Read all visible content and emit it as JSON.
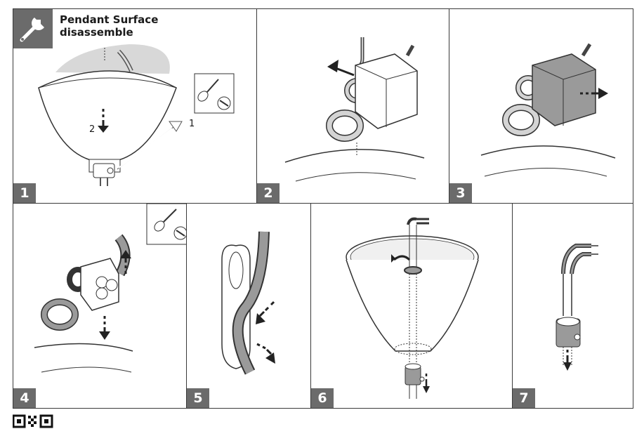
{
  "panel1": {
    "step_number": "1",
    "title_line1": "Pendant Surface",
    "title_line2": "disassemble",
    "tool_icon": "wrench-icon",
    "screwdriver_icon": "screwdriver-icon",
    "arrow_label_1": "1",
    "arrow_label_2": "2"
  },
  "panel2": {
    "step_number": "2"
  },
  "panel3": {
    "step_number": "3"
  },
  "panel4": {
    "step_number": "4",
    "screwdriver_icon": "screwdriver-icon"
  },
  "panel5": {
    "step_number": "5"
  },
  "panel6": {
    "step_number": "6"
  },
  "panel7": {
    "step_number": "7"
  },
  "colors": {
    "badge_gray": "#6b6b6b",
    "line_dark": "#3a3a3a",
    "fill_light": "#d4d4d4",
    "fill_mid": "#9a9a9a"
  },
  "footer": {
    "qr_icon": "qr-code-icon"
  }
}
